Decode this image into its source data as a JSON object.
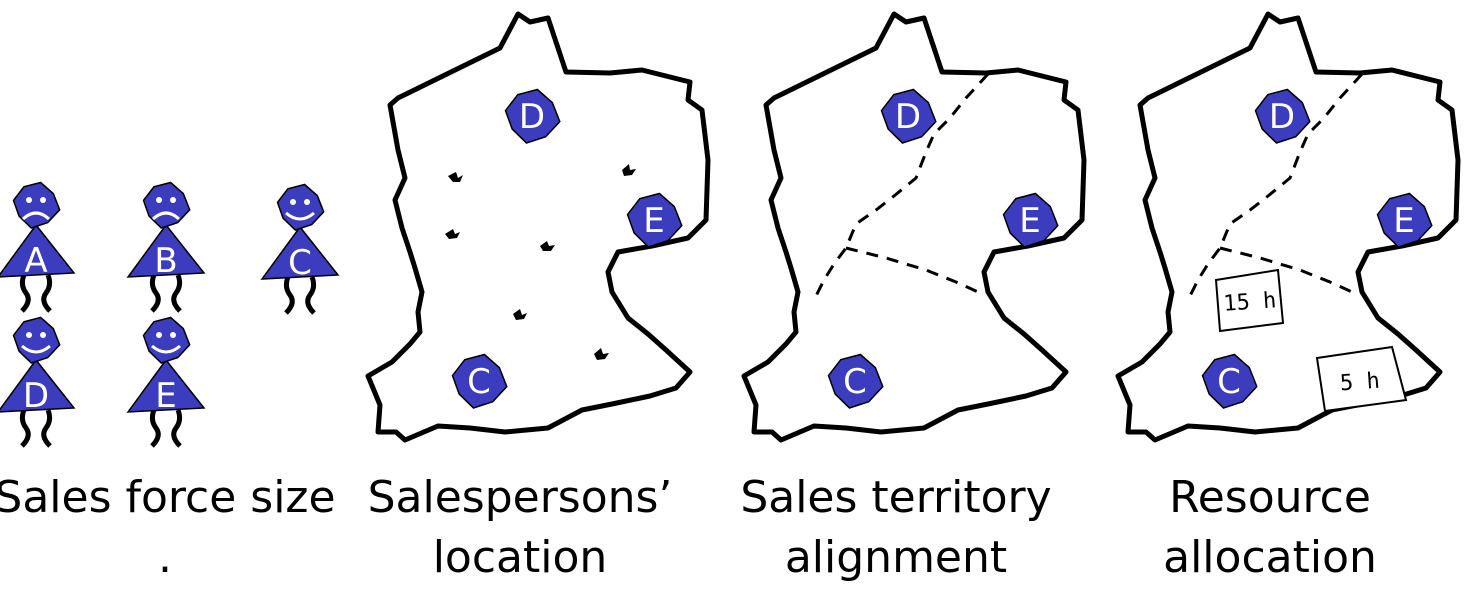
{
  "colors": {
    "badge_fill": "#3c3cbe",
    "ink": "#000000",
    "background": "#ffffff"
  },
  "panels": [
    {
      "caption": [
        "Sales force size",
        "."
      ],
      "people": [
        {
          "label": "A",
          "mood": "sad"
        },
        {
          "label": "B",
          "mood": "sad"
        },
        {
          "label": "C",
          "mood": "happy"
        },
        {
          "label": "D",
          "mood": "happy"
        },
        {
          "label": "E",
          "mood": "happy"
        }
      ]
    },
    {
      "caption": [
        "Salespersons’",
        "location"
      ],
      "badges": [
        "D",
        "E",
        "C"
      ]
    },
    {
      "caption": [
        "Sales territory",
        "alignment"
      ],
      "badges": [
        "D",
        "E",
        "C"
      ]
    },
    {
      "caption": [
        "Resource",
        "allocation"
      ],
      "badges": [
        "D",
        "E",
        "C"
      ],
      "notes": [
        "15 h",
        "5 h"
      ]
    }
  ]
}
